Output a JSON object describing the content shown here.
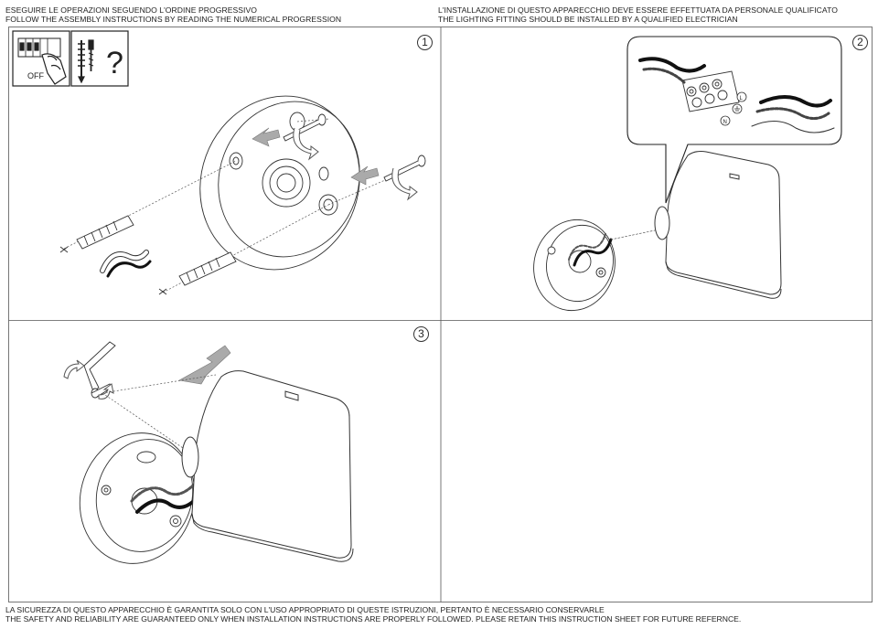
{
  "header": {
    "left_it": "ESEGUIRE LE OPERAZIONI SEGUENDO L'ORDINE PROGRESSIVO",
    "left_en": "FOLLOW THE ASSEMBLY INSTRUCTIONS BY READING THE NUMERICAL PROGRESSION",
    "right_it": "L'INSTALLAZIONE DI QUESTO APPARECCHIO DEVE ESSERE EFFETTUATA DA PERSONALE QUALIFICATO",
    "right_en": "THE LIGHTING FITTING SHOULD BE INSTALLED BY A QUALIFIED ELECTRICIAN"
  },
  "steps": [
    {
      "number": "1"
    },
    {
      "number": "2"
    },
    {
      "number": "3"
    }
  ],
  "icons": {
    "off_label": "OFF",
    "question_mark": "?",
    "terminal_L": "L",
    "terminal_N": "N"
  },
  "footer": {
    "line_it": "LA SICUREZZA DI QUESTO APPARECCHIO È GARANTITA SOLO CON L'USO APPROPRIATO DI QUESTE ISTRUZIONI, PERTANTO È NECESSARIO CONSERVARLE",
    "line_en": "THE SAFETY AND RELIABILITY ARE GUARANTEED ONLY WHEN INSTALLATION INSTRUCTIONS ARE PROPERLY FOLLOWED. PLEASE RETAIN THIS INSTRUCTION SHEET FOR FUTURE REFERNCE."
  }
}
